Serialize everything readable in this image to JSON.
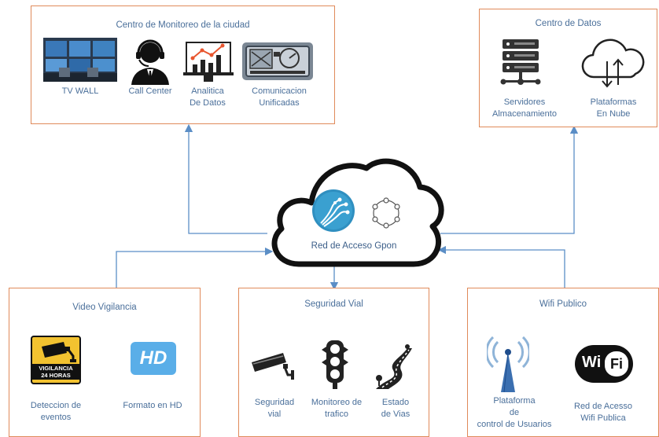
{
  "monitoring_center": {
    "title": "Centro de Monitoreo de la ciudad",
    "items": [
      {
        "label": "TV WALL",
        "icon": "tv-wall-icon"
      },
      {
        "label": "Call Center",
        "icon": "call-center-agent-icon"
      },
      {
        "label_lines": [
          "Analitica",
          "De Datos"
        ],
        "icon": "analytics-chart-icon"
      },
      {
        "label_lines": [
          "Comunicacion",
          "Unificadas"
        ],
        "icon": "unified-communications-icon"
      }
    ]
  },
  "data_center": {
    "title": "Centro de Datos",
    "items": [
      {
        "label_lines": [
          "Servidores",
          "Almacenamiento"
        ],
        "icon": "server-rack-icon"
      },
      {
        "label_lines": [
          "Plataformas",
          "En Nube"
        ],
        "icon": "cloud-upload-download-icon"
      }
    ]
  },
  "network": {
    "label": "Red de Acceso Gpon",
    "icons": [
      "fiber-optic-icon",
      "ring-topology-icon"
    ]
  },
  "video_surveillance": {
    "title": "Video Vigilancia",
    "sign_lines": [
      "VIGILANCIA",
      "24 HORAS"
    ],
    "hd_text": "HD",
    "items": [
      {
        "label_lines": [
          "Deteccion de",
          "eventos"
        ],
        "icon": "surveillance-sign-icon"
      },
      {
        "label": "Formato en HD",
        "icon": "hd-icon"
      }
    ]
  },
  "road_safety": {
    "title": "Seguridad Vial",
    "items": [
      {
        "label_lines": [
          "Seguridad",
          "vial"
        ],
        "icon": "security-camera-icon"
      },
      {
        "label_lines": [
          "Monitoreo de",
          "trafico"
        ],
        "icon": "traffic-light-icon"
      },
      {
        "label_lines": [
          "Estado",
          "de Vias"
        ],
        "icon": "road-icon"
      }
    ]
  },
  "public_wifi": {
    "title": "Wifi Publico",
    "wifi_text": "Wi",
    "fi_text": "Fi",
    "items": [
      {
        "label_lines": [
          "Plataforma",
          "de",
          "control de Usuarios"
        ],
        "icon": "antenna-tower-icon"
      },
      {
        "label_lines": [
          "Red de Acesso",
          "Wifi Publica"
        ],
        "icon": "wifi-logo-icon"
      }
    ]
  },
  "colors": {
    "box_border": "#e08a5a",
    "arrow": "#5b8ec6",
    "text": "#4a6f9a"
  }
}
